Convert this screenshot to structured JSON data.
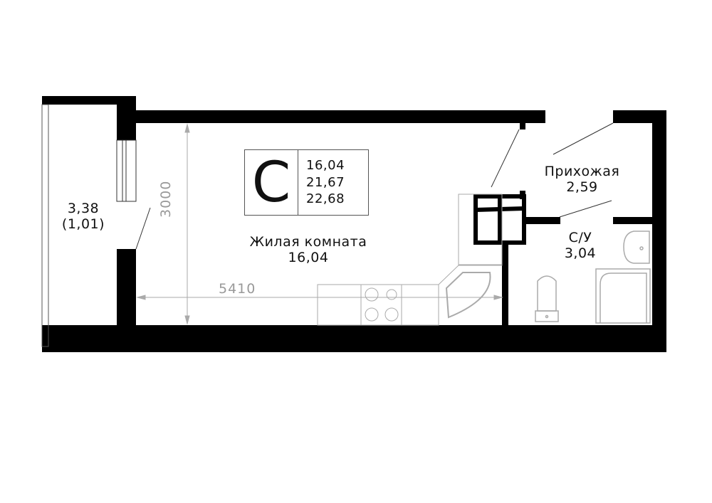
{
  "apartment_type": {
    "letter": "С",
    "areas": [
      "16,04",
      "21,67",
      "22,68"
    ]
  },
  "rooms": {
    "living": {
      "name": "Жилая комната",
      "area": "16,04"
    },
    "hallway": {
      "name": "Прихожая",
      "area": "2,59"
    },
    "bathroom": {
      "name": "С/У",
      "area": "3,04"
    },
    "balcony": {
      "area": "3,38",
      "reduced_area": "(1,01)"
    }
  },
  "dimensions": {
    "width": "5410",
    "height": "3000"
  },
  "colors": {
    "wall": "#000000",
    "furniture": "#a0a0a0",
    "dimension": "#999999",
    "background": "#ffffff"
  }
}
